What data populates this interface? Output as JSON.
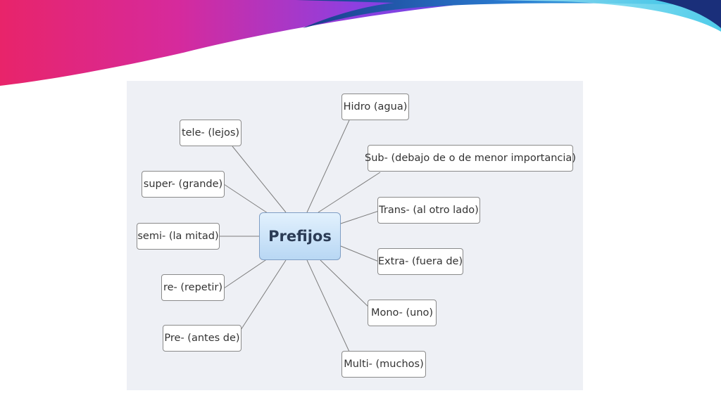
{
  "diagram": {
    "center_label": "Prefijos",
    "left_nodes": [
      {
        "label": "tele- (lejos)"
      },
      {
        "label": "super- (grande)"
      },
      {
        "label": "semi- (la mitad)"
      },
      {
        "label": "re- (repetir)"
      },
      {
        "label": "Pre- (antes de)"
      }
    ],
    "right_nodes": [
      {
        "label": "Hidro (agua)"
      },
      {
        "label": "Sub- (debajo de o de menor importancia)"
      },
      {
        "label": "Trans- (al otro lado)"
      },
      {
        "label": "Extra- (fuera de)"
      },
      {
        "label": "Mono- (uno)"
      },
      {
        "label": "Multi- (muchos)"
      }
    ]
  },
  "colors": {
    "panel_background": "#eef0f5",
    "center_fill_top": "#e2f1fd",
    "center_fill_bottom": "#b8d7f4",
    "connector": "#7d7d7d"
  }
}
